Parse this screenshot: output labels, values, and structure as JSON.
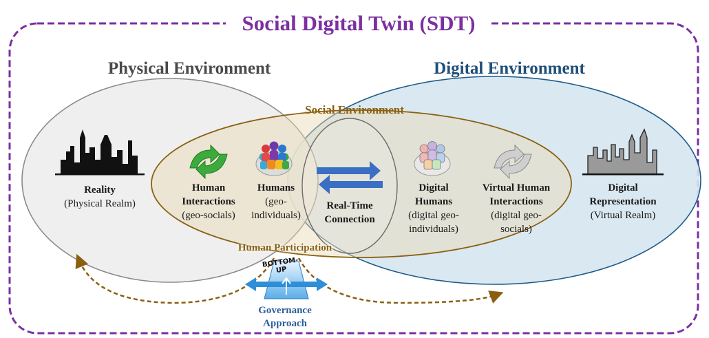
{
  "title": "Social Digital Twin (SDT)",
  "physical_environment": {
    "label": "Physical Environment"
  },
  "digital_environment": {
    "label": "Digital Environment"
  },
  "social_environment": {
    "label": "Social Environment"
  },
  "nodes": {
    "reality": {
      "title": "Reality",
      "subtitle": "(Physical Realm)"
    },
    "human_interactions": {
      "title_1": "Human",
      "title_2": "Interactions",
      "subtitle": "(geo-socials)"
    },
    "humans": {
      "title": "Humans",
      "subtitle_1": "(geo-",
      "subtitle_2": "individuals)"
    },
    "real_time": {
      "title_1": "Real-Time",
      "title_2": "Connection"
    },
    "digital_humans": {
      "title_1": "Digital",
      "title_2": "Humans",
      "subtitle_1": "(digital geo-",
      "subtitle_2": "individuals)"
    },
    "virtual_interactions": {
      "title_1": "Virtual Human",
      "title_2": "Interactions",
      "subtitle_1": "(digital geo-",
      "subtitle_2": "socials)"
    },
    "digital_representation": {
      "title_1": "Digital",
      "title_2": "Representation",
      "subtitle": "(Virtual Realm)"
    }
  },
  "human_participation": "Human Participation",
  "bottom_up_1": "BOTTOM-",
  "bottom_up_2": "UP",
  "governance": {
    "line_1": "Governance",
    "line_2": "Approach"
  },
  "colors": {
    "title": "#7b2fa0",
    "physical": "#efefef",
    "digital": "#d6e5f0",
    "social": "#8a6010",
    "arrows": "#3a6fc4"
  },
  "icons": [
    "city-skyline-icon",
    "cycle-arrows-icon",
    "people-group-icon",
    "bidirectional-arrows-icon",
    "digital-people-icon",
    "grey-cycle-arrows-icon",
    "digital-skyline-icon",
    "governance-triangle-icon"
  ]
}
